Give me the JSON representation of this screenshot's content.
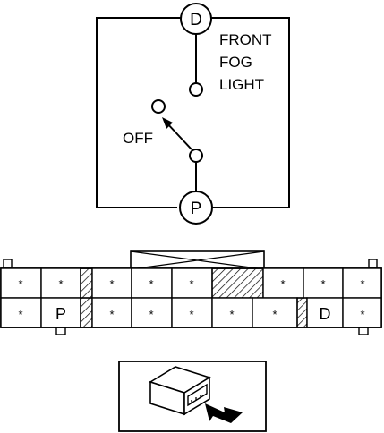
{
  "switch_schematic": {
    "terminal_top": "D",
    "terminal_bottom": "P",
    "function_label_lines": [
      "FRONT",
      "FOG",
      "LIGHT"
    ],
    "position_label": "OFF"
  },
  "connector": {
    "top_row": [
      "*",
      "*",
      "",
      "*",
      "*",
      "*",
      "",
      "*",
      "*",
      "*"
    ],
    "bottom_row": [
      "*",
      "P",
      "",
      "*",
      "*",
      "*",
      "*",
      "*",
      "D",
      "*"
    ]
  },
  "inset": {
    "icons": [
      "connector-housing-icon",
      "arrow-icon"
    ]
  }
}
